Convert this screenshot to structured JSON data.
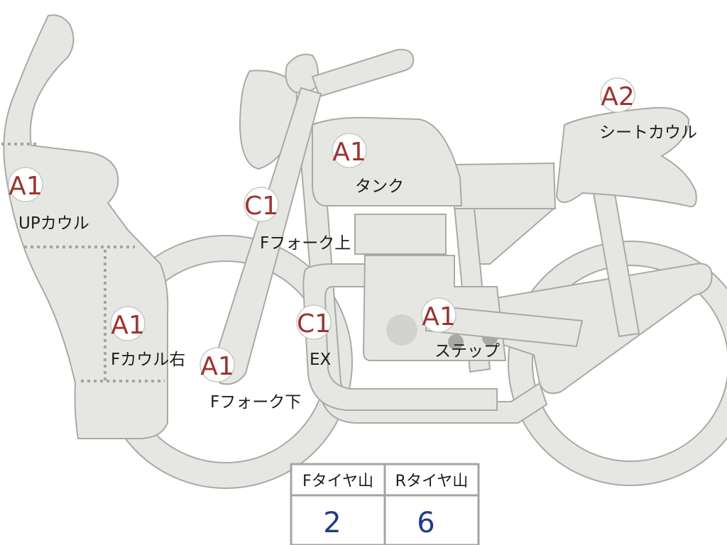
{
  "parts": [
    {
      "id": "up-cowl",
      "code": "A1",
      "label": "UPカウル"
    },
    {
      "id": "f-cowl-right",
      "code": "A1",
      "label": "Fカウル右"
    },
    {
      "id": "f-fork-upper",
      "code": "C1",
      "label": "Fフォーク上"
    },
    {
      "id": "f-fork-lower",
      "code": "A1",
      "label": "Fフォーク下"
    },
    {
      "id": "tank",
      "code": "A1",
      "label": "タンク"
    },
    {
      "id": "exhaust",
      "code": "C1",
      "label": "EX"
    },
    {
      "id": "step",
      "code": "A1",
      "label": "ステップ"
    },
    {
      "id": "seat-cowl",
      "code": "A2",
      "label": "シートカウル"
    }
  ],
  "tire_table": {
    "front_header": "Fタイヤ山",
    "rear_header": "Rタイヤ山",
    "front_value": "2",
    "rear_value": "6"
  },
  "colors": {
    "body_fill": "#e6e6e3",
    "outline": "#a9a9a6",
    "code_text": "#9b3431",
    "value_text": "#1f3c82"
  }
}
